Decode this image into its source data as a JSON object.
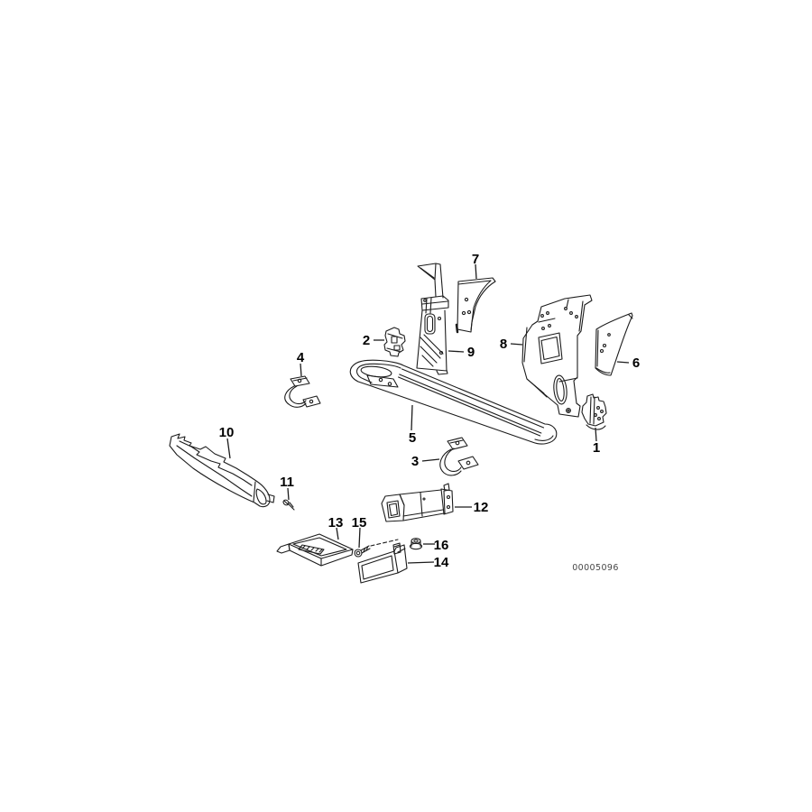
{
  "diagram": {
    "id_code": "00005096",
    "background_color": "#ffffff",
    "line_color": "#1c1c1c",
    "parts": [
      {
        "label": "1"
      },
      {
        "label": "2"
      },
      {
        "label": "3"
      },
      {
        "label": "4"
      },
      {
        "label": "5"
      },
      {
        "label": "6"
      },
      {
        "label": "7"
      },
      {
        "label": "8"
      },
      {
        "label": "9"
      },
      {
        "label": "10"
      },
      {
        "label": "11"
      },
      {
        "label": "12"
      },
      {
        "label": "13"
      },
      {
        "label": "14"
      },
      {
        "label": "15"
      },
      {
        "label": "16"
      }
    ]
  }
}
